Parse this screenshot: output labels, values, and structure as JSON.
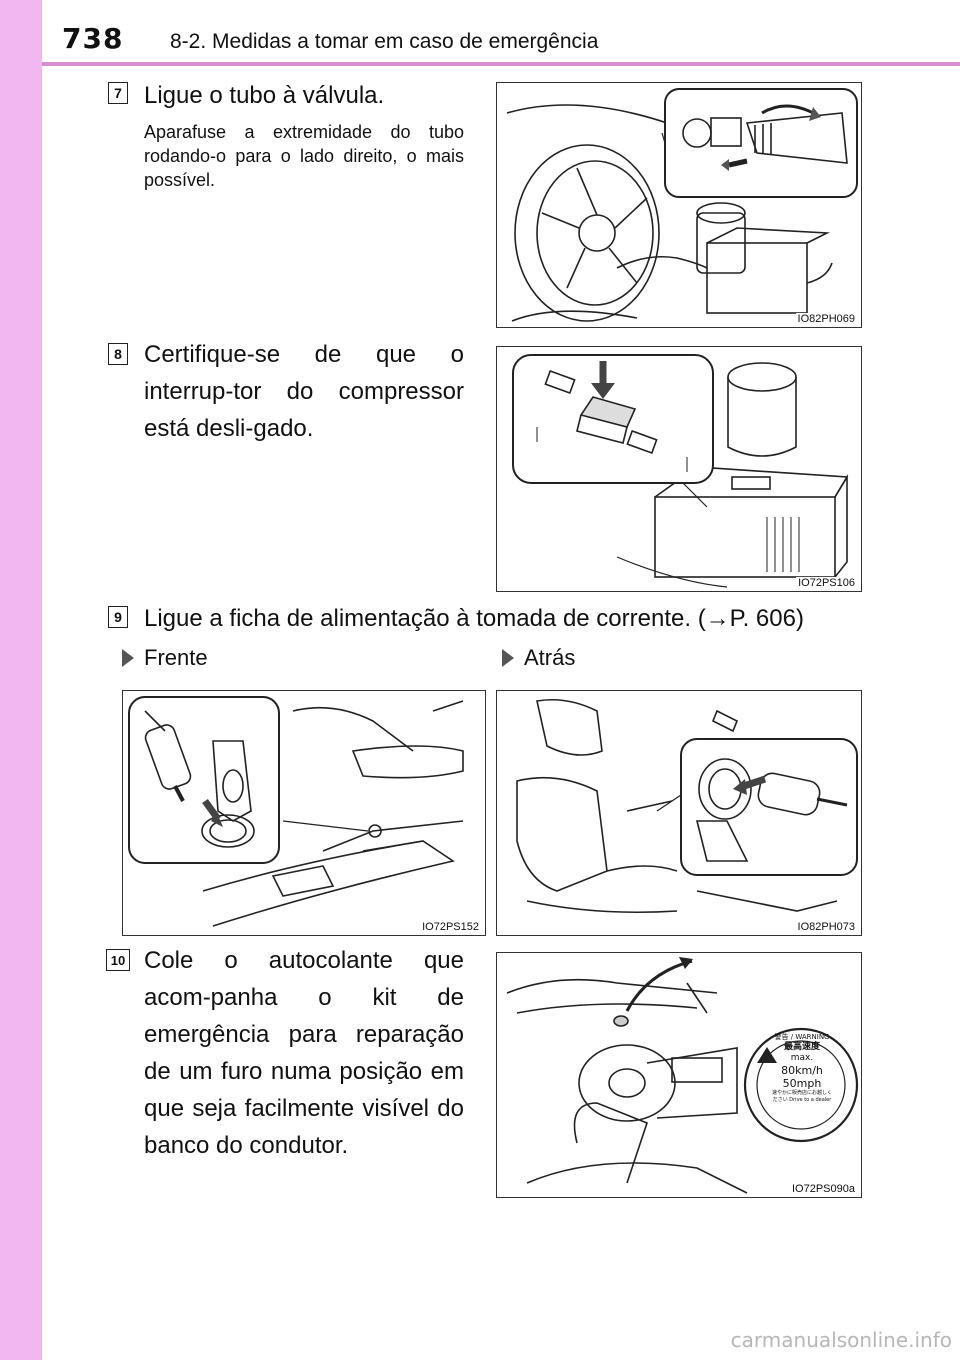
{
  "header": {
    "page_number": "738",
    "section": "8-2. Medidas a tomar em caso de emergência"
  },
  "steps": {
    "s7": {
      "number": "7",
      "text": "Ligue o tubo à válvula.",
      "detail": "Aparafuse a extremidade do tubo rodando-o para o lado direito, o mais possível.",
      "figure_code": "IO82PH069"
    },
    "s8": {
      "number": "8",
      "text": "Certifique-se de que o interrup-tor do compressor está desli-gado.",
      "figure_code": "IO72PS106"
    },
    "s9": {
      "number": "9",
      "text": "Ligue a ficha de alimentação à tomada de corrente. (→P. 606)",
      "front_label": "Frente",
      "rear_label": "Atrás",
      "front_figure_code": "IO72PS152",
      "rear_figure_code": "IO82PH073"
    },
    "s10": {
      "number": "10",
      "text": "Cole o autocolante que acom-panha o kit de emergência para reparação de um furo numa posição em que seja facilmente visível do banco do condutor.",
      "figure_code": "IO72PS090a",
      "sticker": {
        "top": "警告 / WARNING",
        "speed_label": "最高速度",
        "max": "max.",
        "kmh": "80km/h",
        "mph": "50mph",
        "bottom": "速やかに販売店にお越しください Drive to a dealer"
      }
    }
  },
  "footer": {
    "watermark": "carmanualsonline.info"
  }
}
